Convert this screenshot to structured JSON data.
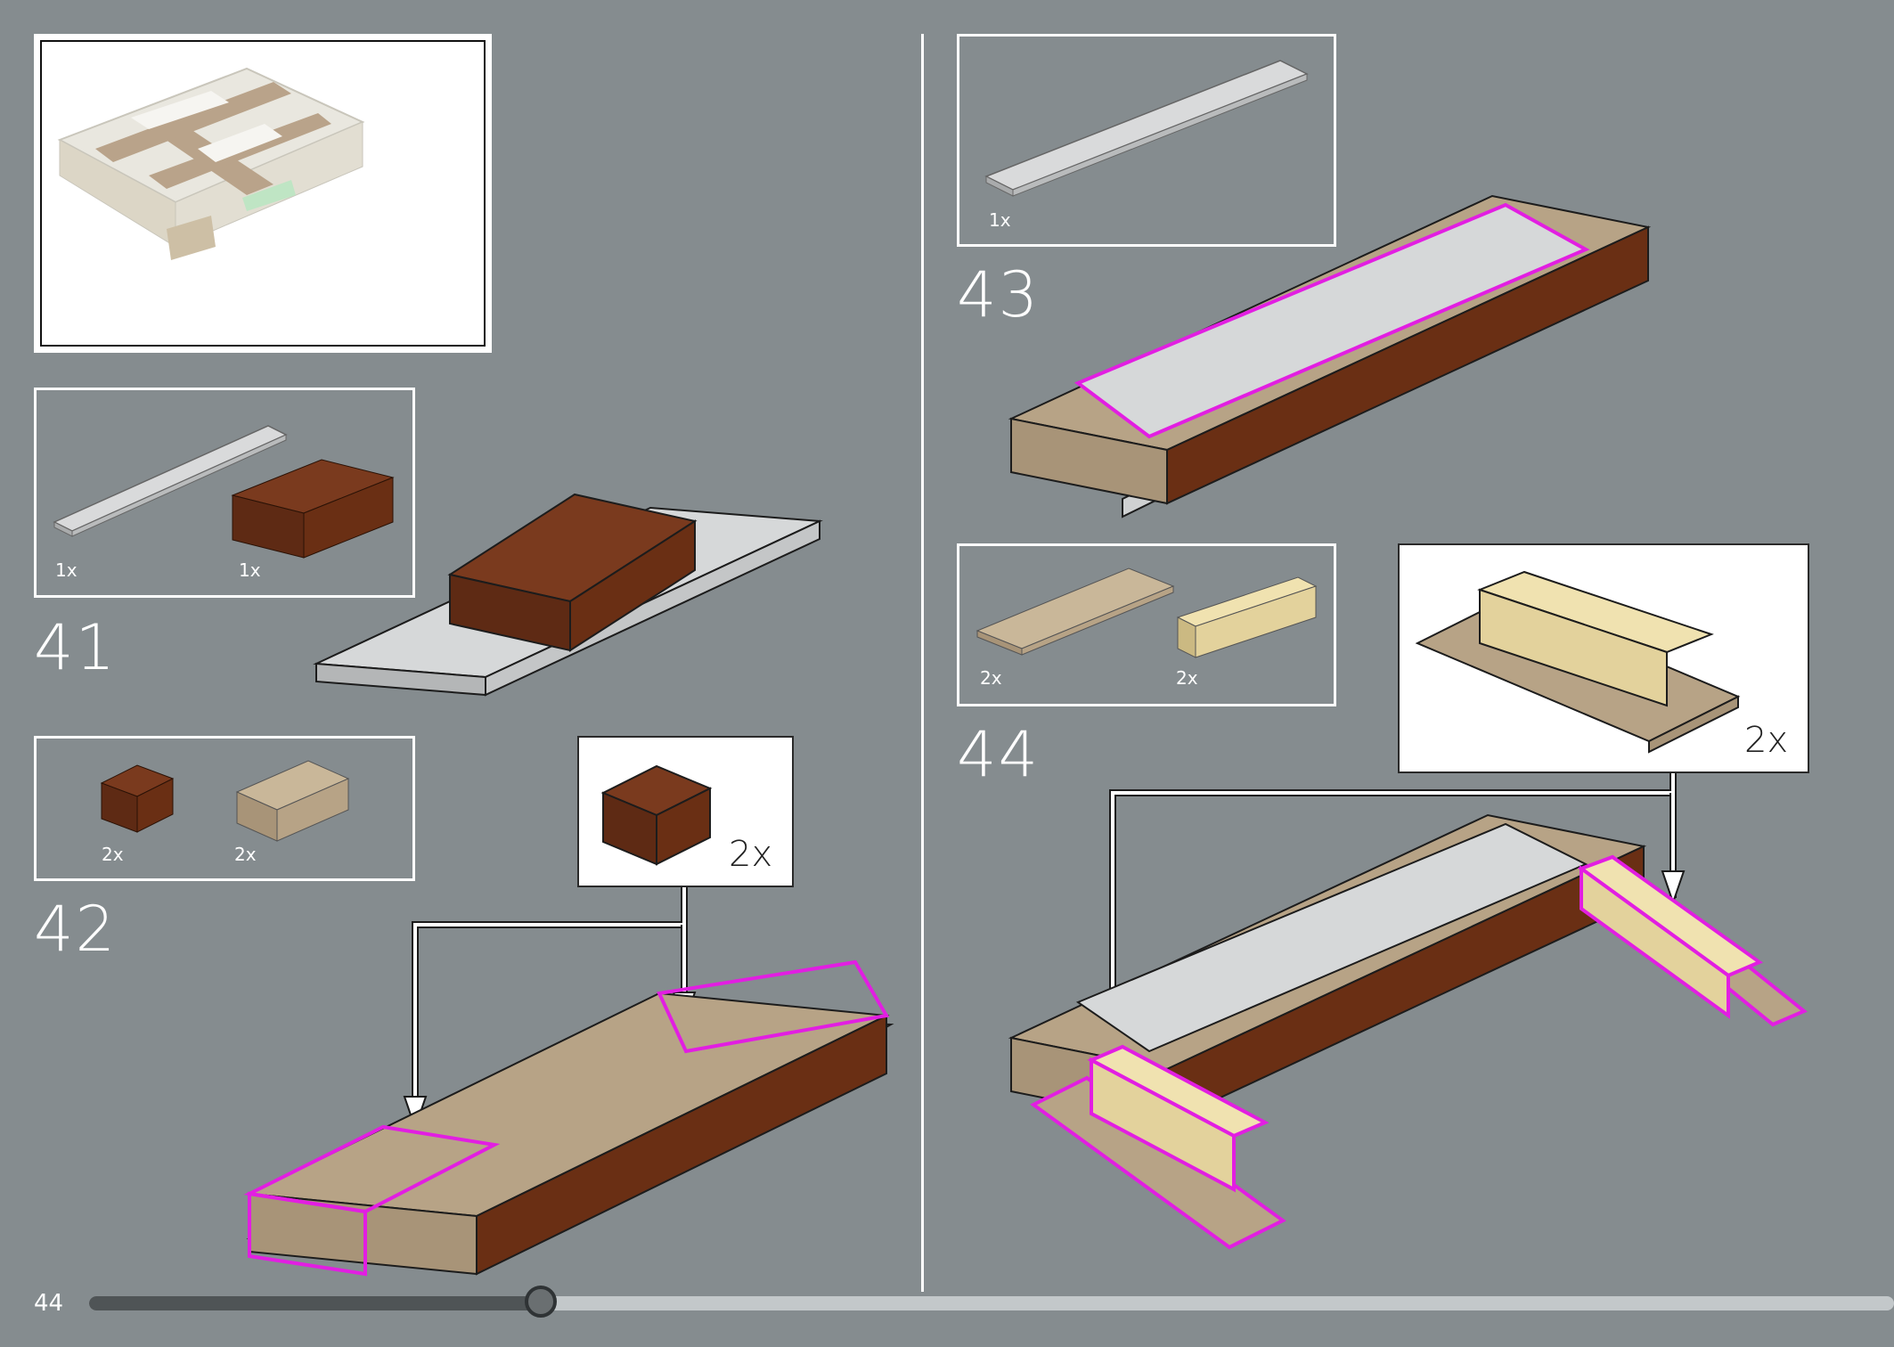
{
  "page": {
    "number": "44",
    "progress": 0.25
  },
  "steps": [
    {
      "number": "41",
      "parts": [
        {
          "qty": "1x",
          "name": "light-gray-plate-2x12"
        },
        {
          "qty": "1x",
          "name": "reddish-brown-brick-2x6"
        }
      ]
    },
    {
      "number": "42",
      "parts": [
        {
          "qty": "2x",
          "name": "reddish-brown-brick-2x2"
        },
        {
          "qty": "2x",
          "name": "dark-tan-brick-2x4"
        }
      ],
      "callout_qty": "2x"
    },
    {
      "number": "43",
      "parts": [
        {
          "qty": "1x",
          "name": "light-gray-plate-2x12"
        }
      ]
    },
    {
      "number": "44",
      "parts": [
        {
          "qty": "2x",
          "name": "dark-tan-plate-2x8"
        },
        {
          "qty": "2x",
          "name": "tan-brick-1x6"
        }
      ],
      "callout_qty": "2x"
    }
  ],
  "colors": {
    "background": "#858c8f",
    "highlight": "#e21ee2",
    "reddish_brown": "#6a2f14",
    "dark_tan": "#b7a386",
    "tan": "#e3d29c",
    "light_gray": "#c7c9ca",
    "stud_dark": "#2a2a2a"
  }
}
